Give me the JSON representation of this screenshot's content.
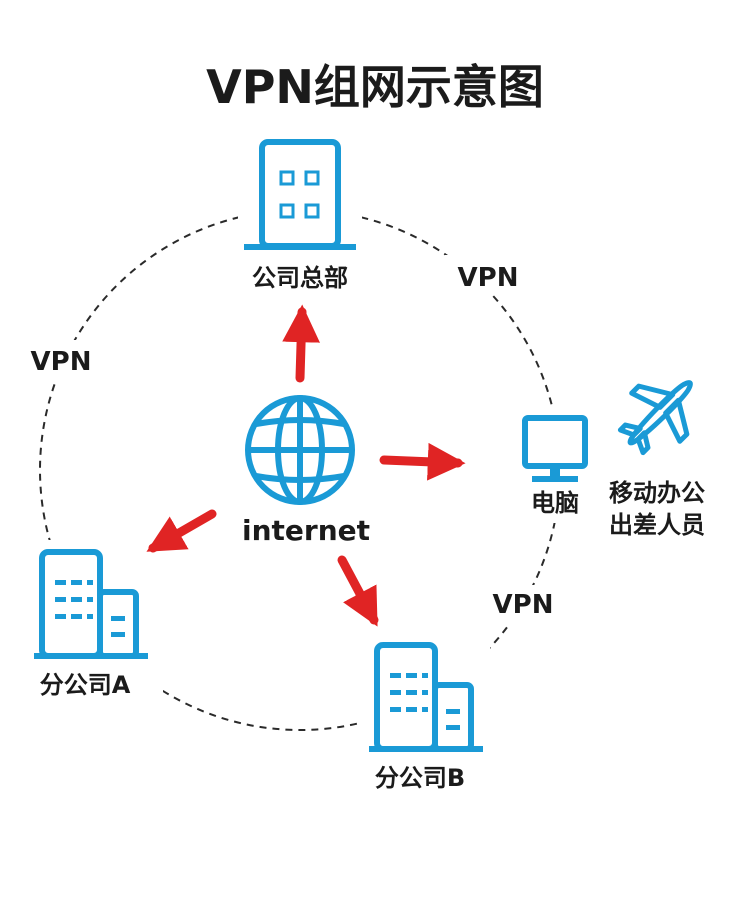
{
  "title": "VPN组网示意图",
  "colors": {
    "icon_blue": "#1a9ad6",
    "arrow_red": "#e02424",
    "text": "#1b1b1b",
    "dash": "#2a2a2a"
  },
  "nodes": {
    "hq": {
      "label": "公司总部",
      "icon": "office-building-icon"
    },
    "internet": {
      "label": "internet",
      "icon": "globe-icon"
    },
    "computer": {
      "label": "电脑",
      "icon": "monitor-icon"
    },
    "mobile": {
      "line1": "移动办公",
      "line2": "出差人员",
      "icon": "airplane-icon"
    },
    "branch_a": {
      "label": "分公司A",
      "icon": "branch-building-icon"
    },
    "branch_b": {
      "label": "分公司B",
      "icon": "branch-building-icon"
    }
  },
  "links": {
    "vpn_left": "VPN",
    "vpn_top_right": "VPN",
    "vpn_bottom_right": "VPN"
  }
}
